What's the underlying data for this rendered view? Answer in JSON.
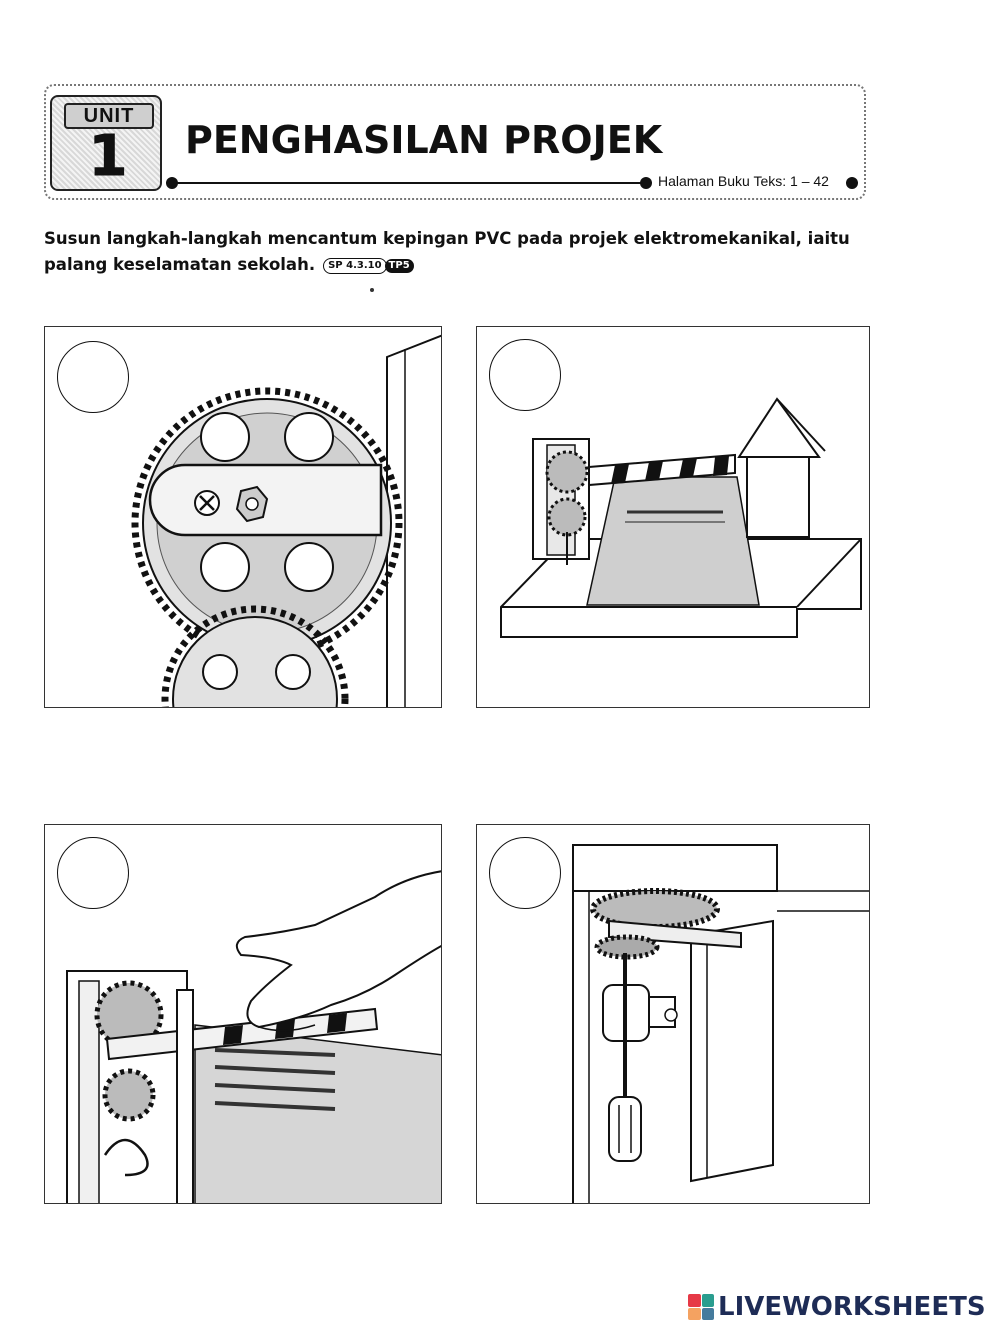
{
  "header": {
    "unit_label": "UNIT",
    "unit_number": "1",
    "title": "PENGHASILAN PROJEK",
    "page_ref": "Halaman Buku Teks: 1 – 42"
  },
  "instruction": {
    "line1": "Susun langkah-langkah mencantum kepingan PVC pada projek elektromekanikal, iaitu",
    "line2": "palang keselamatan sekolah.",
    "sp_code": "SP 4.3.10",
    "tp_code": "TP5"
  },
  "panels": [
    {
      "id": "a",
      "answer": "",
      "picture": "gear-and-pvc-bar-closeup"
    },
    {
      "id": "b",
      "answer": "",
      "picture": "completed-barrier-model"
    },
    {
      "id": "c",
      "answer": "",
      "picture": "hand-attaching-pvc-bar"
    },
    {
      "id": "d",
      "answer": "",
      "picture": "screwdriver-fixing-gear"
    }
  ],
  "branding": {
    "name": "LIVEWORKSHEETS",
    "colors": [
      "#e63946",
      "#2a9d8f",
      "#f4a261",
      "#457b9d"
    ],
    "text_color": "#1e2c56"
  }
}
